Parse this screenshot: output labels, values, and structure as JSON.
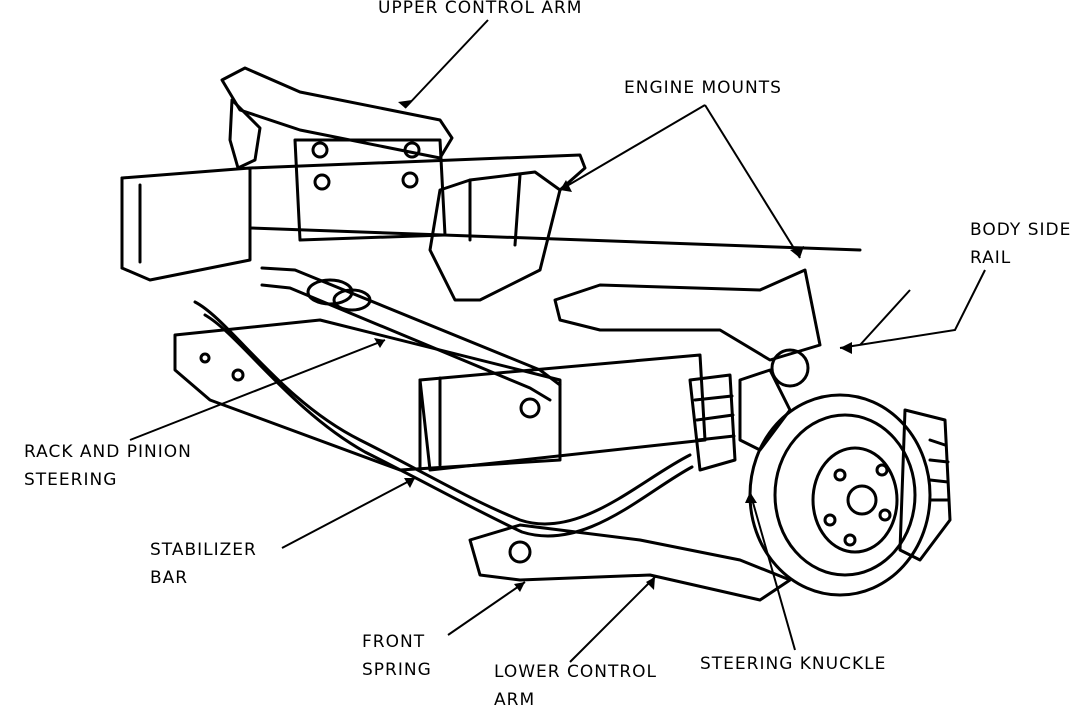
{
  "labels": {
    "upper_control_arm": "UPPER CONTROL ARM",
    "engine_mounts": "ENGINE MOUNTS",
    "body_side_rail": [
      "BODY SIDE",
      "RAIL"
    ],
    "rack_and_pinion": [
      "RACK AND PINION",
      "STEERING"
    ],
    "stabilizer_bar": [
      "STABILIZER",
      "BAR"
    ],
    "front_spring": [
      "FRONT",
      "SPRING"
    ],
    "lower_control_arm": [
      "LOWER CONTROL",
      "ARM"
    ],
    "steering_knuckle": "STEERING KNUCKLE"
  }
}
